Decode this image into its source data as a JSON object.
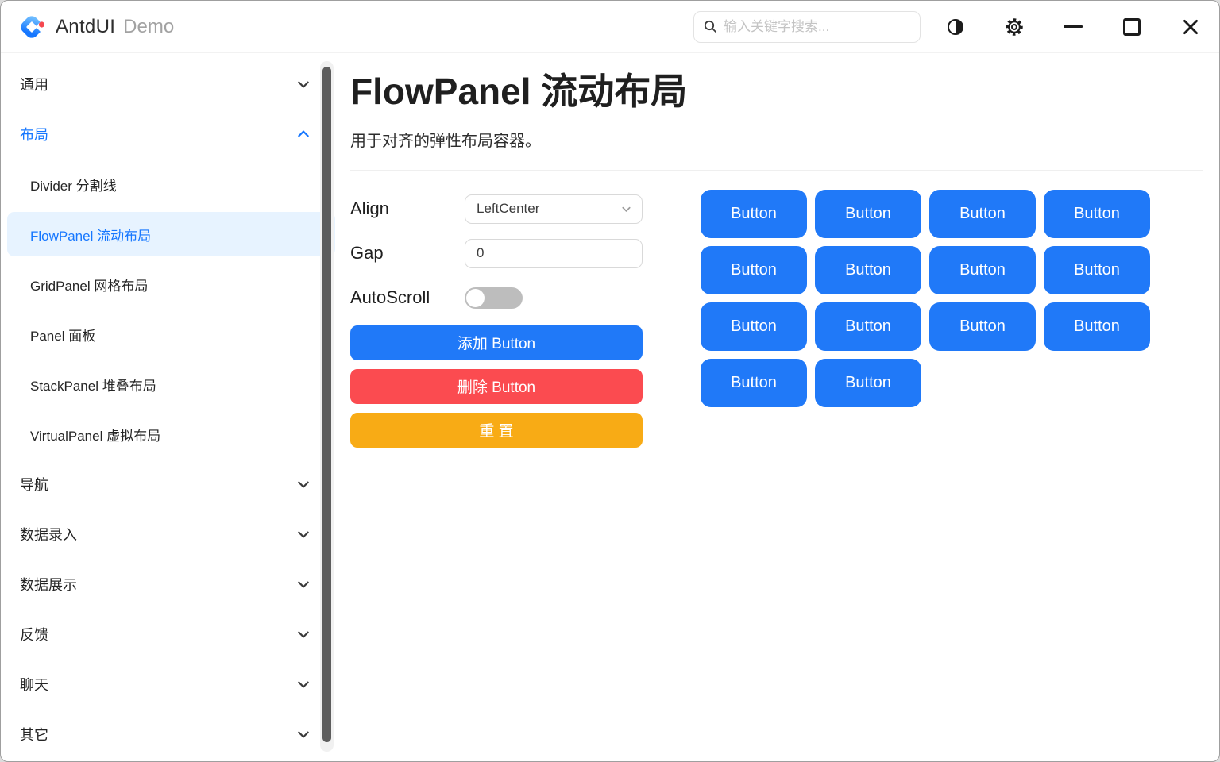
{
  "titlebar": {
    "title_primary": "AntdUI",
    "title_secondary": "Demo",
    "search_placeholder": "输入关键字搜索..."
  },
  "sidebar": {
    "items": [
      {
        "label": "通用",
        "type": "group",
        "state": "collapsed"
      },
      {
        "label": "布局",
        "type": "group",
        "state": "expanded"
      },
      {
        "label": "Divider 分割线",
        "type": "child",
        "selected": false
      },
      {
        "label": "FlowPanel 流动布局",
        "type": "child",
        "selected": true
      },
      {
        "label": "GridPanel 网格布局",
        "type": "child",
        "selected": false
      },
      {
        "label": "Panel 面板",
        "type": "child",
        "selected": false
      },
      {
        "label": "StackPanel 堆叠布局",
        "type": "child",
        "selected": false
      },
      {
        "label": "VirtualPanel 虚拟布局",
        "type": "child",
        "selected": false
      },
      {
        "label": "导航",
        "type": "group",
        "state": "collapsed"
      },
      {
        "label": "数据录入",
        "type": "group",
        "state": "collapsed"
      },
      {
        "label": "数据展示",
        "type": "group",
        "state": "collapsed"
      },
      {
        "label": "反馈",
        "type": "group",
        "state": "collapsed"
      },
      {
        "label": "聊天",
        "type": "group",
        "state": "collapsed"
      },
      {
        "label": "其它",
        "type": "group",
        "state": "collapsed"
      }
    ]
  },
  "page": {
    "title": "FlowPanel 流动布局",
    "subtitle": "用于对齐的弹性布局容器。"
  },
  "controls": {
    "align_label": "Align",
    "align_value": "LeftCenter",
    "gap_label": "Gap",
    "gap_value": "0",
    "autoscroll_label": "AutoScroll",
    "autoscroll_on": false
  },
  "actions": {
    "add": "添加 Button",
    "remove": "删除 Button",
    "reset": "重 置"
  },
  "flow": {
    "label": "Button",
    "count": 14
  },
  "colors": {
    "accent": "#1677ff",
    "button_blue": "#2079f8",
    "danger_red": "#fb4b50",
    "warning_orange": "#f8ab15",
    "selected_bg": "#e7f3ff"
  }
}
